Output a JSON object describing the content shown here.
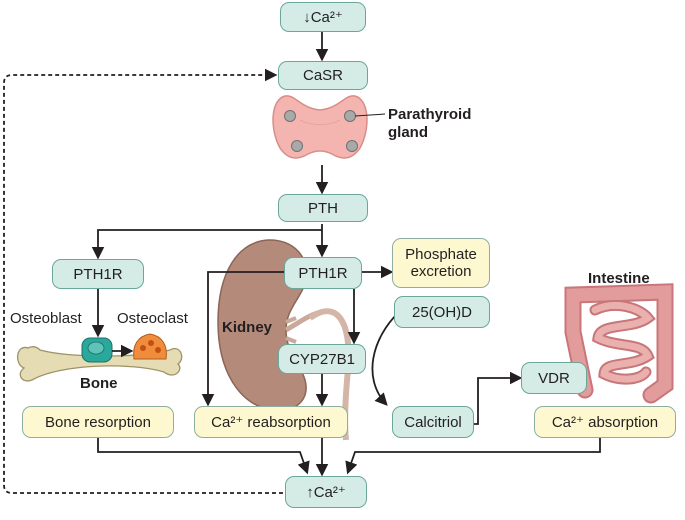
{
  "nodes": {
    "ca_low": "↓Ca²⁺",
    "casr": "CaSR",
    "pth": "PTH",
    "pth1r_bone": "PTH1R",
    "pth1r_kidney": "PTH1R",
    "phosphate_excretion": "Phosphate excretion",
    "hydroxy_d": "25(OH)D",
    "cyp27b1": "CYP27B1",
    "vdr": "VDR",
    "bone_resorption": "Bone resorption",
    "ca_reabsorption": "Ca²⁺ reabsorption",
    "calcitriol": "Calcitriol",
    "ca_absorption": "Ca²⁺ absorption",
    "ca_high": "↑Ca²⁺"
  },
  "labels": {
    "parathyroid_gland": "Parathyroid gland",
    "osteoblast": "Osteoblast",
    "osteoclast": "Osteoclast",
    "bone": "Bone",
    "kidney": "Kidney",
    "intestine": "Intestine"
  },
  "colors": {
    "teal_fill": "#d5ece6",
    "yellow_fill": "#fdf8cf",
    "arrow": "#231f20",
    "gland": "#f4b5b0",
    "kidney": "#b48a7a",
    "bone": "#e5dcb4",
    "intestine": "#e39c9c"
  }
}
